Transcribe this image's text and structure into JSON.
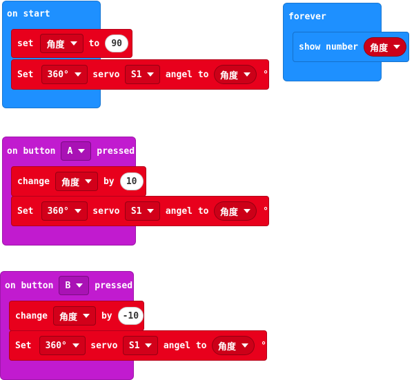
{
  "on_start": {
    "header": "on start",
    "set_row": {
      "keyword": "set",
      "variable": "角度",
      "to": "to",
      "value": "90"
    },
    "servo_row": {
      "keyword": "Set",
      "mode": "360°",
      "servo": "servo",
      "pin": "S1",
      "angel": "angel to",
      "variable": "角度",
      "unit": "°"
    }
  },
  "forever": {
    "header": "forever",
    "show_row": {
      "keyword": "show number",
      "variable": "角度"
    }
  },
  "on_button_a": {
    "header_prefix": "on button",
    "button": "A",
    "header_suffix": "pressed",
    "change_row": {
      "keyword": "change",
      "variable": "角度",
      "by": "by",
      "value": "10"
    },
    "servo_row": {
      "keyword": "Set",
      "mode": "360°",
      "servo": "servo",
      "pin": "S1",
      "angel": "angel to",
      "variable": "角度",
      "unit": "°"
    }
  },
  "on_button_b": {
    "header_prefix": "on button",
    "button": "B",
    "header_suffix": "pressed",
    "change_row": {
      "keyword": "change",
      "variable": "角度",
      "by": "by",
      "value": "-10"
    },
    "servo_row": {
      "keyword": "Set",
      "mode": "360°",
      "servo": "servo",
      "pin": "S1",
      "angel": "angel to",
      "variable": "角度",
      "unit": "°"
    }
  },
  "colors": {
    "event_blue": "#1e90ff",
    "event_purple": "#c11bcf",
    "servo_red": "#e8001c",
    "variable_red": "#d2001a"
  }
}
